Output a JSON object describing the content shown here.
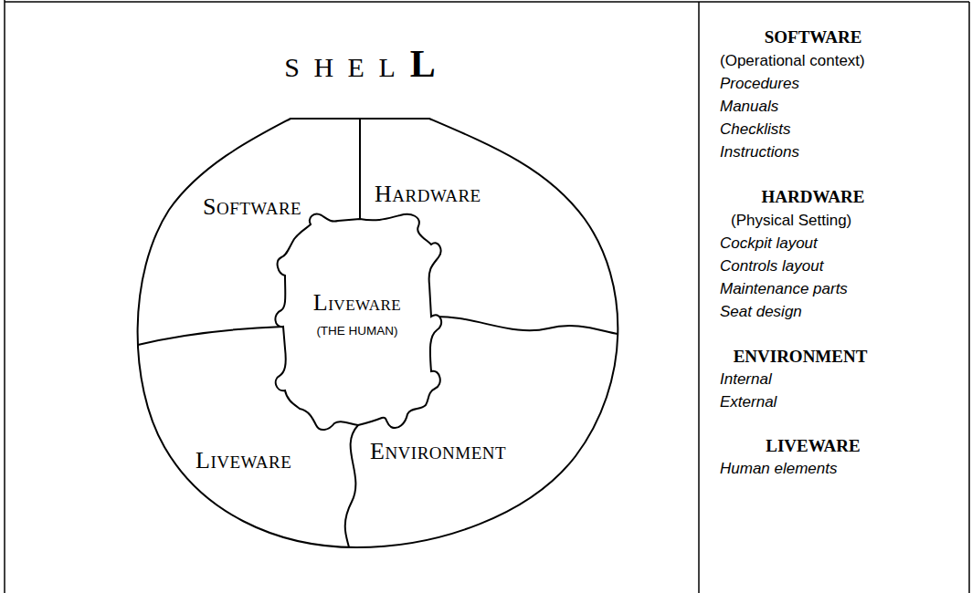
{
  "diagram": {
    "nodes": [
      {
        "text": [
          "SOFTWARE"
        ]
      },
      {
        "text": [
          "HARDWARE"
        ]
      },
      {
        "text": [
          "LIVEWARE",
          "(THE HUMAN)"
        ]
      },
      {
        "text": [
          "LIVEWARE"
        ]
      },
      {
        "text": [
          "ENVIRONMENT"
        ]
      }
    ],
    "labels": [
      "S H E L",
      "L",
      "SOFTWARE",
      "(Operational context)",
      "Procedures",
      "Manuals",
      "Checklists",
      "Instructions",
      "HARDWARE",
      "(Physical Setting)",
      "Cockpit layout",
      "Controls layout",
      "Maintenance parts",
      "Seat design",
      "ENVIRONMENT",
      "Internal",
      "External",
      "LIVEWARE",
      "Human elements"
    ]
  }
}
